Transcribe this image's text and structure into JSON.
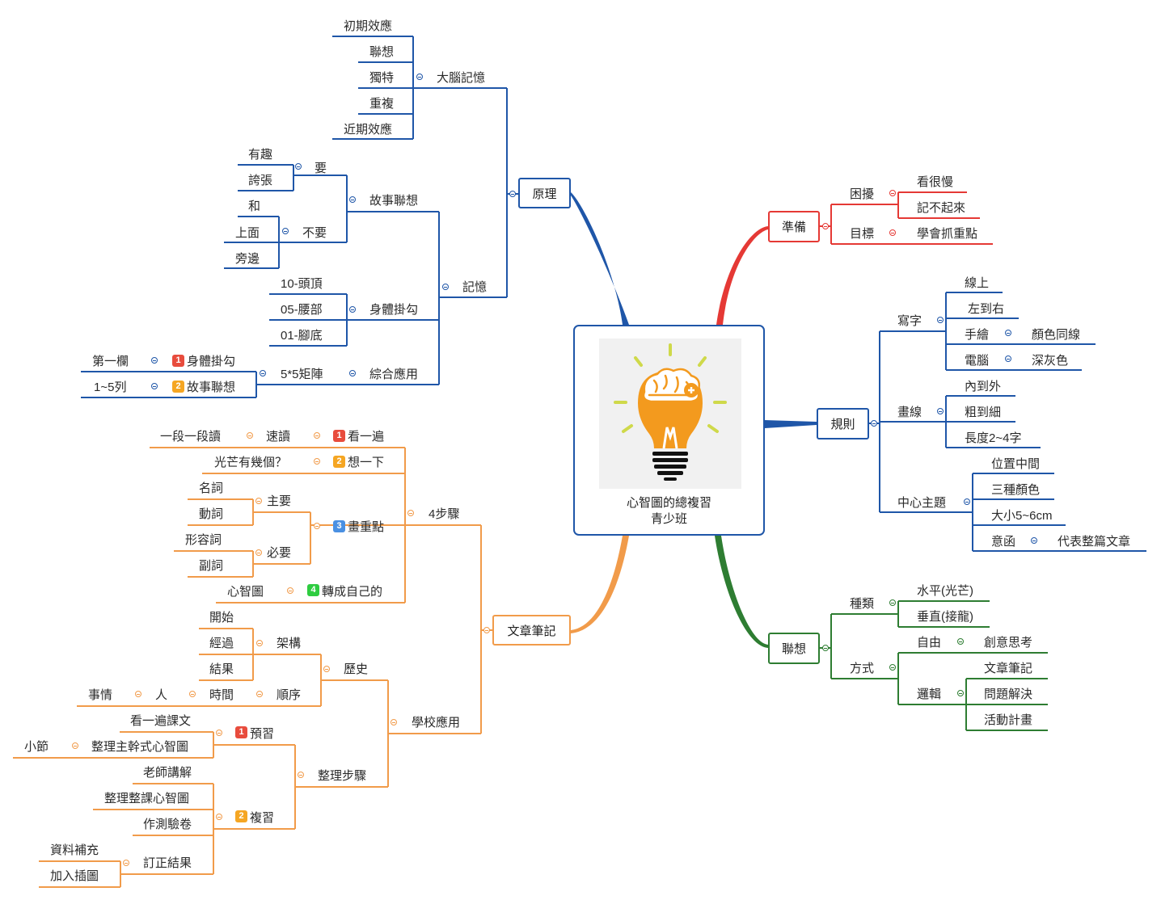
{
  "central": {
    "title_line1": "心智圖的總複習",
    "title_line2": "青少班",
    "image": "lightbulb-brain-icon"
  },
  "colors": {
    "blue": "#1f56a8",
    "red": "#e53935",
    "green": "#2e7d32",
    "orange": "#f19b4a",
    "bulb": "#f39a1e",
    "rays": "#cfd94a",
    "marker1": "#e84c3d",
    "marker2": "#f5a623",
    "marker3": "#4a90e2",
    "marker4": "#2ecc40"
  },
  "branches": {
    "yuanli": {
      "label": "原理",
      "dannao": "大腦記憶",
      "dannao_items": [
        "初期效應",
        "聯想",
        "獨特",
        "重複",
        "近期效應"
      ],
      "jiyi": "記憶",
      "gushi": "故事聯想",
      "yao": "要",
      "yao_items": [
        "有趣",
        "誇張"
      ],
      "buyao": "不要",
      "buyao_items": [
        "和",
        "上面",
        "旁邊"
      ],
      "shenti": "身體掛勾",
      "shenti_items": [
        "10-頭頂",
        "05-腰部",
        "01-腳底"
      ],
      "zonghe": "綜合應用",
      "juzhen": "5*5矩陣",
      "juzhen_a": "身體掛勾",
      "juzhen_b": "故事聯想",
      "juzhen_a_child": "第一欄",
      "juzhen_b_child": "1~5列"
    },
    "zhunbei": {
      "label": "準備",
      "kunrao": "困擾",
      "kunrao_items": [
        "看很慢",
        "記不起來"
      ],
      "mubiao": "目標",
      "mubiao_item": "學會抓重點"
    },
    "guize": {
      "label": "規則",
      "xiezi": "寫字",
      "xiezi_items": [
        "線上",
        "左到右",
        "手繪",
        "電腦"
      ],
      "shouhui_child": "顏色同線",
      "diannao_child": "深灰色",
      "huaxian": "畫線",
      "huaxian_items": [
        "內到外",
        "粗到細",
        "長度2~4字"
      ],
      "zhongxin": "中心主題",
      "zhongxin_items": [
        "位置中間",
        "三種顏色",
        "大小5~6cm",
        "意函"
      ],
      "yihan_child": "代表整篇文章"
    },
    "lianxiang": {
      "label": "聯想",
      "zhonglei": "種類",
      "zhonglei_items": [
        "水平(光芒)",
        "垂直(接龍)"
      ],
      "fangshi": "方式",
      "ziyou": "自由",
      "ziyou_child": "創意思考",
      "luoji": "邏輯",
      "luoji_items": [
        "文章筆記",
        "問題解決",
        "活動計畫"
      ]
    },
    "wenzhang": {
      "label": "文章筆記",
      "sibu": "4步驟",
      "step1": "看一遍",
      "step1_num": "1",
      "sudu": "速讀",
      "sudu_child": "一段一段讀",
      "step2": "想一下",
      "step2_num": "2",
      "step2_child": "光芒有幾個？",
      "step3": "畫重點",
      "step3_num": "3",
      "zhuyao": "主要",
      "zhuyao_items": [
        "名詞",
        "動詞"
      ],
      "biyao": "必要",
      "biyao_items": [
        "形容詞",
        "副詞"
      ],
      "step4": "轉成自己的",
      "step4_num": "4",
      "step4_child": "心智圖",
      "xuexiao": "學校應用",
      "lishi": "歷史",
      "jiagou": "架構",
      "jiagou_items": [
        "開始",
        "經過",
        "結果"
      ],
      "shunxu": "順序",
      "shijian": "時間",
      "ren": "人",
      "shiqing": "事情",
      "zhengli": "整理步驟",
      "yuxi": "預習",
      "yuxi_num": "1",
      "yuxi_items": [
        "看一遍課文",
        "整理主幹式心智圖"
      ],
      "xiaojie": "小節",
      "fuxi": "複習",
      "fuxi_num": "2",
      "fuxi_items": [
        "老師講解",
        "整理整課心智圖",
        "作測驗卷",
        "訂正結果"
      ],
      "dingzheng_items": [
        "資料補充",
        "加入插圖"
      ]
    }
  }
}
